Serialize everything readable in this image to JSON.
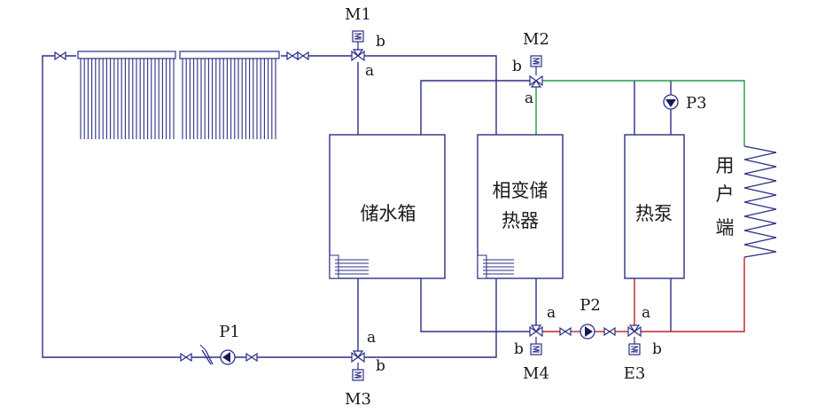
{
  "colors": {
    "pipe": "#2b2f86",
    "hot_return": "#c0222a",
    "supply": "#1f9a48",
    "box_stroke": "#2b2f86",
    "text": "#1a1a1a"
  },
  "components": {
    "storage_tank": {
      "label": "储水箱"
    },
    "phase_change": {
      "line1": "相变储",
      "line2": "热器"
    },
    "heat_pump": {
      "label": "热泵"
    },
    "user_end": {
      "line1": "用",
      "line2": "户",
      "line3": "端"
    }
  },
  "valves": {
    "m1": {
      "name": "M1",
      "port_a": "a",
      "port_b": "b"
    },
    "m2": {
      "name": "M2",
      "port_a": "a",
      "port_b": "b"
    },
    "m3": {
      "name": "M3",
      "port_a": "a",
      "port_b": "b"
    },
    "m4": {
      "name": "M4",
      "port_a": "a",
      "port_b": "b"
    },
    "e3": {
      "name": "E3",
      "port_a": "a",
      "port_b": "b"
    }
  },
  "pumps": {
    "p1": {
      "name": "P1"
    },
    "p2": {
      "name": "P2"
    },
    "p3": {
      "name": "P3"
    }
  }
}
